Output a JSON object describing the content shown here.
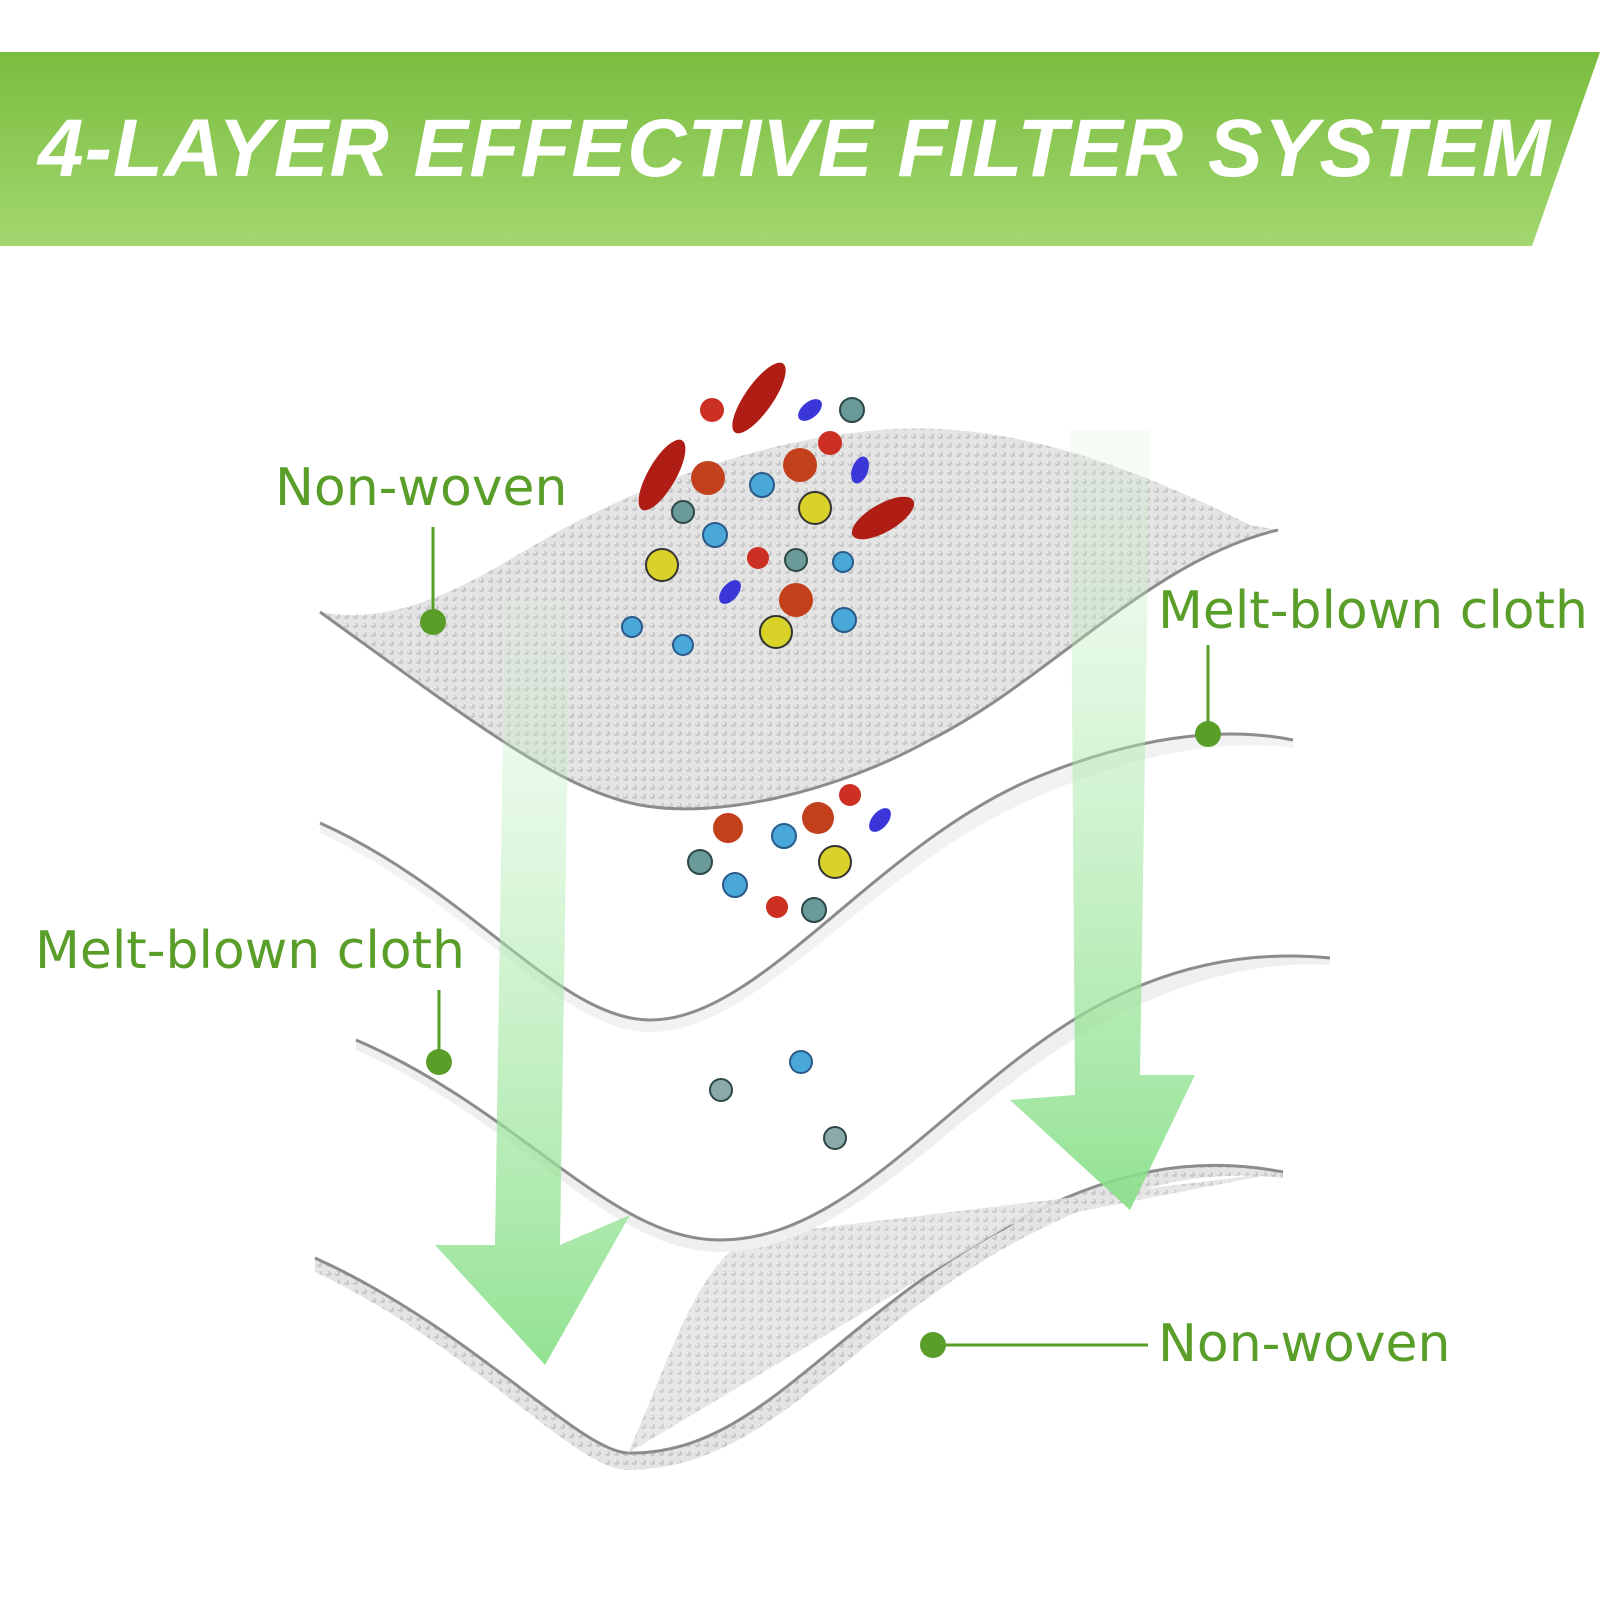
{
  "header": {
    "title": "4-LAYER EFFECTIVE FILTER SYSTEM"
  },
  "colors": {
    "banner_top": "#79bd3e",
    "banner_bottom": "#a3d770",
    "label_green": "#5a9e2a",
    "arrow_green": "#8fe08f",
    "fabric_gray": "#d6d6d6",
    "edge_gray": "#8c8c8c"
  },
  "layers": [
    {
      "label": "Non-woven"
    },
    {
      "label": "Melt-blown cloth"
    },
    {
      "label": "Melt-blown cloth"
    },
    {
      "label": "Non-woven"
    }
  ],
  "icons": {
    "particles": "virus-bacteria-icon",
    "flow": "downward-arrow-icon"
  }
}
